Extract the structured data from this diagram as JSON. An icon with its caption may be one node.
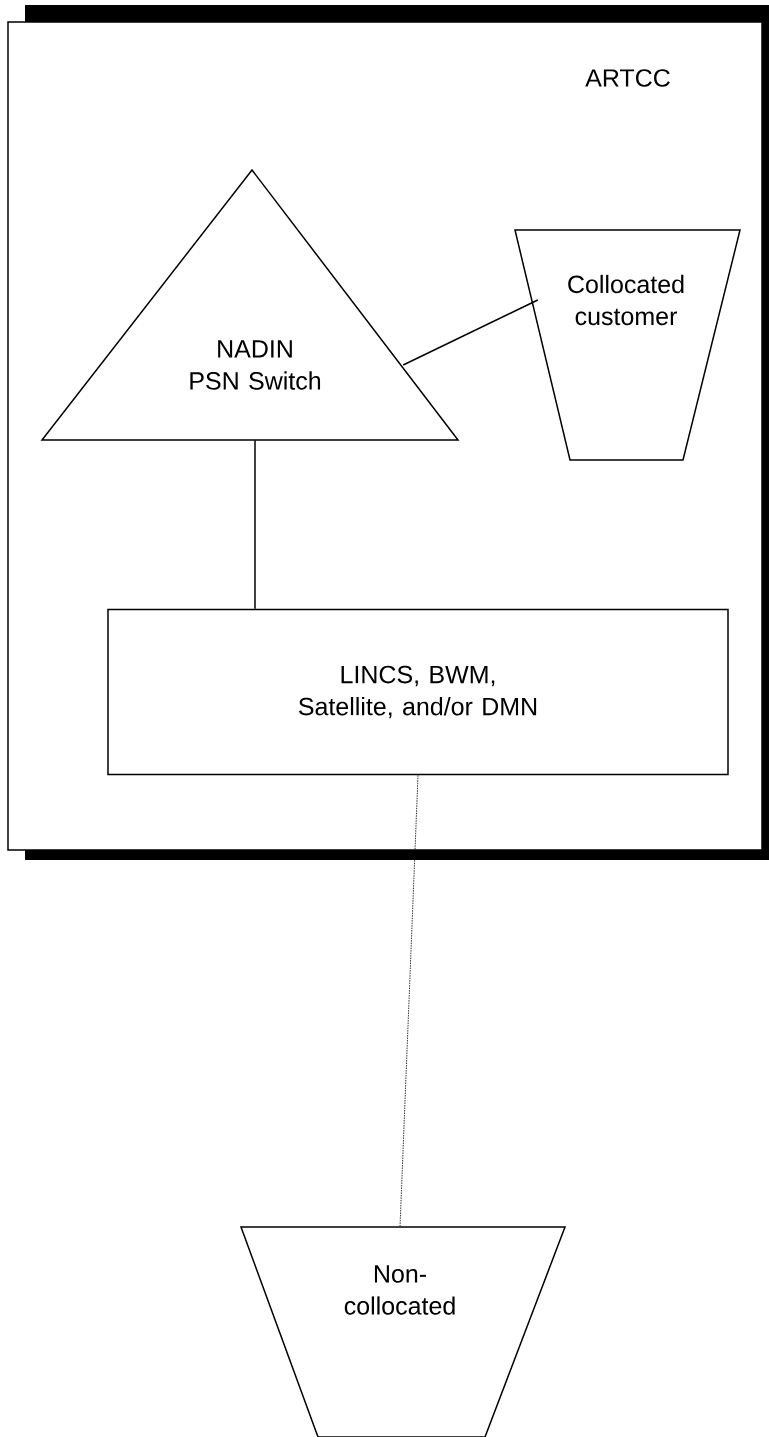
{
  "diagram": {
    "nodes": [
      {
        "text": [
          "ARTCC"
        ]
      },
      {
        "text": [
          "NADIN PSN Switch"
        ],
        "in": 0
      },
      {
        "text": [
          "Collocated customer"
        ],
        "in": 0
      },
      {
        "text": [
          "LINCS, BWM, Satellite, and/or DMN"
        ],
        "in": 0
      },
      {
        "text": [
          "Non-collocated"
        ]
      }
    ],
    "edges": [
      {
        "from": 1,
        "to": 2,
        "arrow": "none"
      },
      {
        "from": 1,
        "to": 3,
        "arrow": "none"
      },
      {
        "from": 3,
        "to": 4,
        "arrow": "none",
        "style": "dashed"
      }
    ]
  }
}
